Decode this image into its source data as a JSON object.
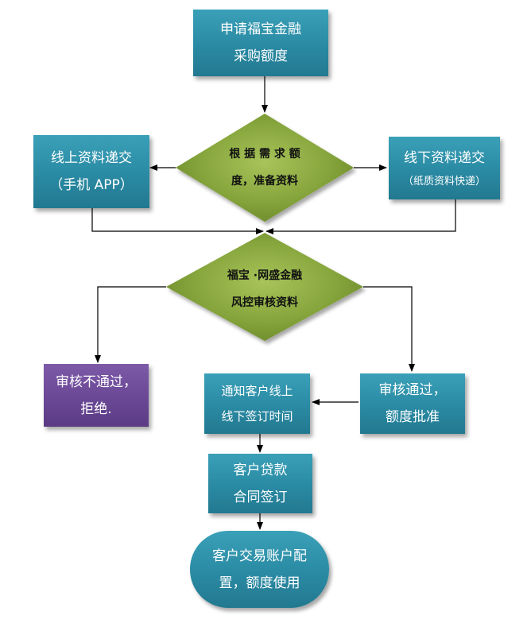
{
  "nodes": {
    "apply": {
      "line1": "申请福宝金融",
      "line2": "采购额度"
    },
    "decide_quota": {
      "line1": "根 据 需 求 额",
      "line2": "度，准备资料"
    },
    "online_submit": {
      "line1": "线上资料递交",
      "line2": "（手机 APP）"
    },
    "offline_submit": {
      "line1": "线下资料递交",
      "line2": "（纸质资料快递）"
    },
    "risk_review": {
      "line1": "福宝 ·网盛金融",
      "line2": "风控审核资料"
    },
    "rejected": {
      "line1": "审核不通过，",
      "line2": "拒绝."
    },
    "approved": {
      "line1": "审核通过，",
      "line2": "额度批准"
    },
    "notify": {
      "line1": "通知客户线上",
      "line2": "线下签订时间"
    },
    "contract": {
      "line1": "客户贷款",
      "line2": "合同签订"
    },
    "configure": {
      "line1": "客户交易账户配",
      "line2": "置，额度使用"
    }
  },
  "colors": {
    "process_box": "#2a8aa3",
    "decision": "#7fa034",
    "reject_box": "#6a4896",
    "connector": "#000000"
  }
}
